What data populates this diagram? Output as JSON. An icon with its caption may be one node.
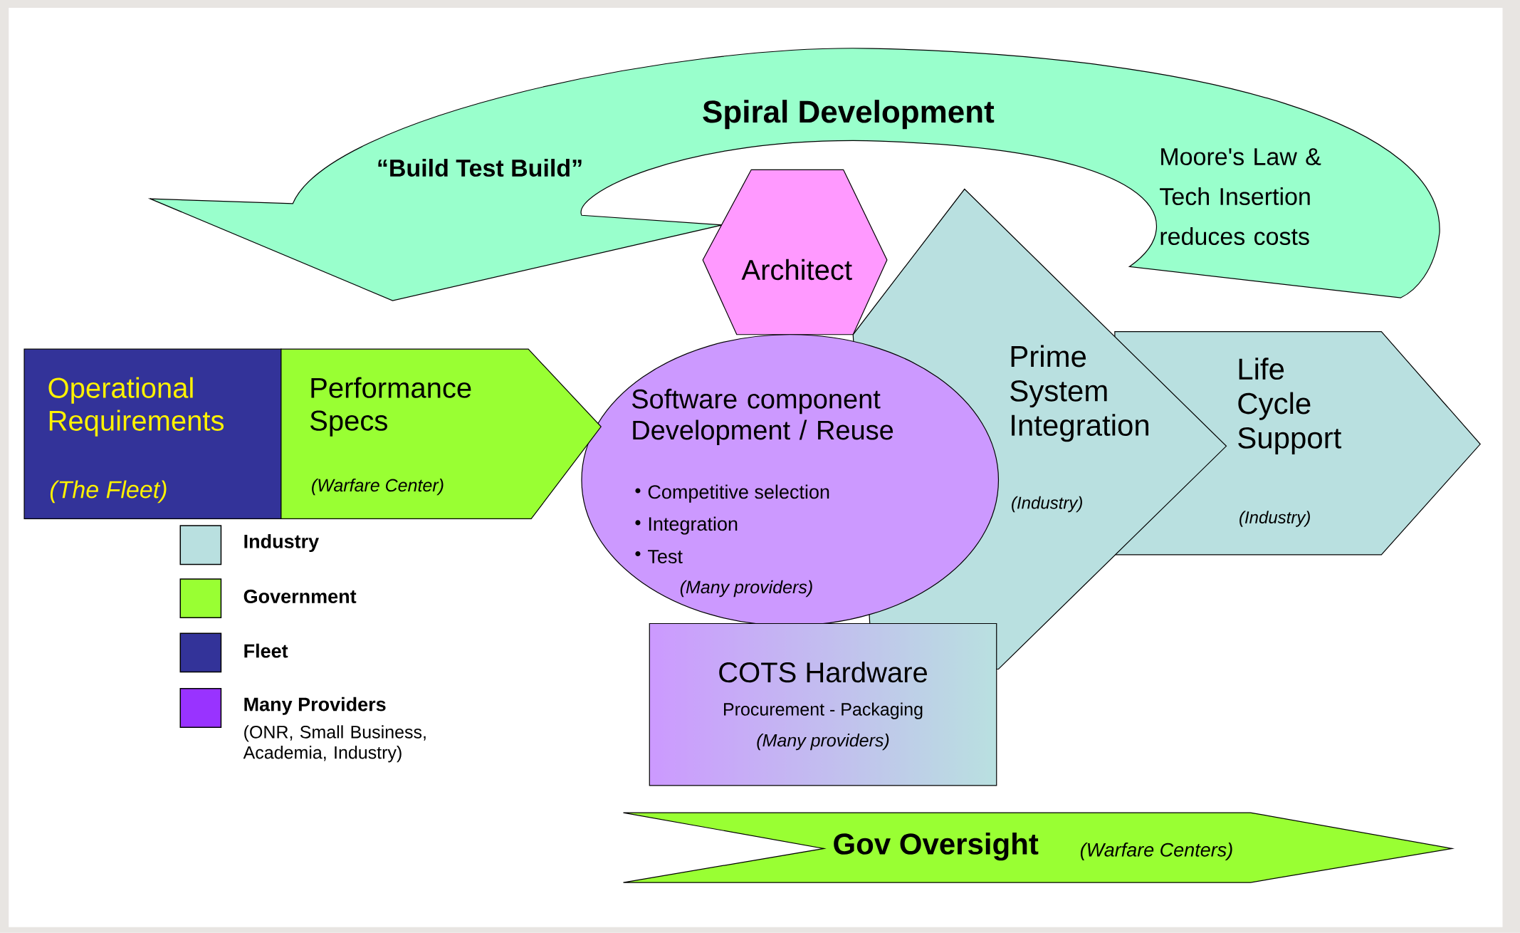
{
  "diagram": {
    "nodes": [
      {
        "text": [
          "Spiral Development",
          "“Build Test Build”",
          "Moore's Law & Tech Insertion reduces costs"
        ]
      },
      {
        "text": [
          "Life Cycle Support",
          "(Industry)"
        ]
      },
      {
        "text": [
          "Prime System Integration",
          "(Industry)"
        ]
      },
      {
        "text": [
          "Architect"
        ]
      },
      {
        "text": [
          "Software component Development / Reuse",
          "Competitive selection",
          "Integration",
          "Test",
          "(Many providers)"
        ]
      },
      {
        "text": [
          "COTS Hardware",
          "Procurement - Packaging",
          "(Many providers)"
        ]
      },
      {
        "text": [
          "Operational Requirements",
          "(The Fleet)"
        ]
      },
      {
        "text": [
          "Performance Specs",
          "(Warfare Center)"
        ]
      },
      {
        "text": [
          "Gov Oversight",
          "(Warfare Centers)"
        ]
      }
    ],
    "labels": [
      "(ONR, Small Business, Academia, Industry)"
    ],
    "legend": [
      {
        "text": "Industry",
        "color": "#b9e0e0"
      },
      {
        "text": "Government",
        "color": "#99ff33"
      },
      {
        "text": "Fleet",
        "color": "#333399"
      },
      {
        "text": "Many Providers",
        "color": "#9933ff"
      }
    ]
  }
}
